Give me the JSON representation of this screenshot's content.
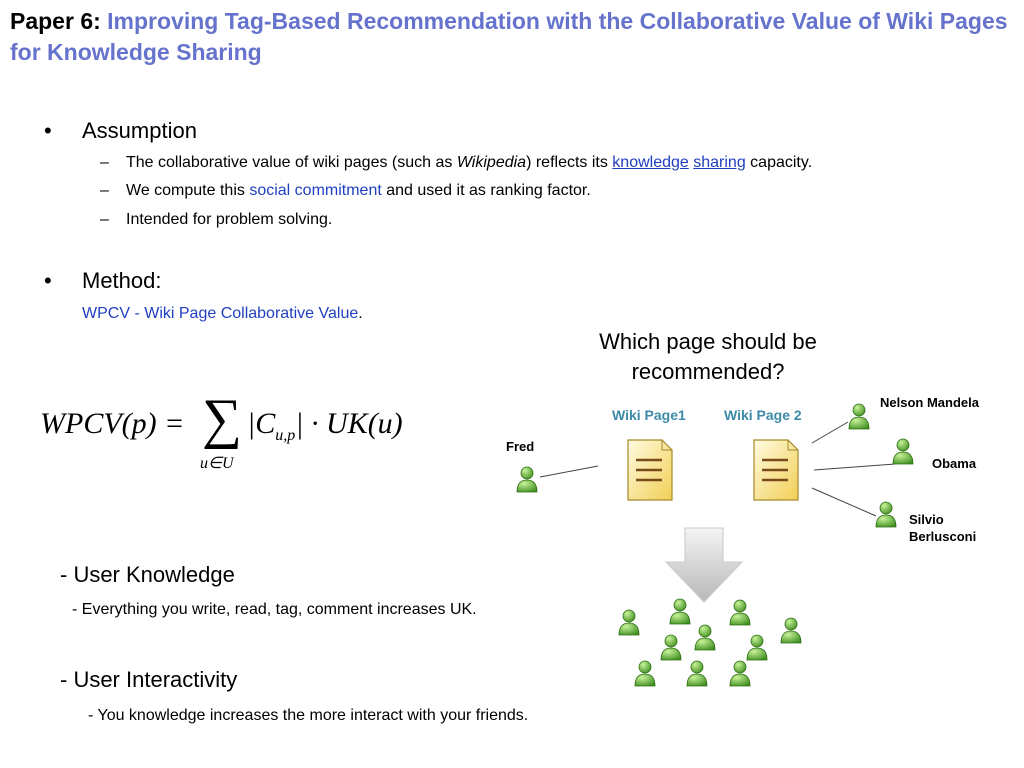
{
  "title": {
    "prefix": "Paper 6:",
    "main": "Improving Tag-Based Recommendation with the Collaborative Value of Wiki Pages for Knowledge Sharing"
  },
  "assumption": {
    "heading": "Assumption",
    "bullet1": {
      "pre": "The collaborative value of wiki pages (such as ",
      "italic": "Wikipedia",
      "mid": ") reflects its ",
      "link1": "knowledge",
      "link2": "sharing",
      "post": " capacity."
    },
    "bullet2": {
      "pre": "We compute this ",
      "highlight": "social commitment",
      "post": " and used it as ranking factor."
    },
    "bullet3": "Intended for problem solving."
  },
  "method": {
    "heading": "Method:",
    "name": "WPCV - Wiki Page Collaborative Value",
    "name_suffix": "."
  },
  "formula": {
    "lhs": "WPCV(p) =",
    "sum": "∑",
    "sum_sub": "u∈U",
    "term": "|C",
    "term_sub": "u,p",
    "term_end": "| · UK(u)"
  },
  "user_knowledge": {
    "heading": "- User Knowledge",
    "desc": "- Everything you write, read, tag, comment increases UK."
  },
  "user_interactivity": {
    "heading": "- User Interactivity",
    "desc": "- You knowledge increases the more interact with your friends."
  },
  "diagram": {
    "question": "Which page should be recommended?",
    "page1": "Wiki Page1",
    "page2": "Wiki Page 2",
    "user_fred": "Fred",
    "user_mandela": "Nelson Mandela",
    "user_obama": "Obama",
    "user_berlusconi_1": "Silvio",
    "user_berlusconi_2": "Berlusconi"
  },
  "colors": {
    "title_accent": "#6673cc",
    "link": "#1f3fc0",
    "page_label": "#3e8aa8",
    "user_green": "#5aa832"
  },
  "icons": [
    "bullet-dot",
    "dash",
    "document-icon",
    "user-icon",
    "down-arrow-icon"
  ]
}
